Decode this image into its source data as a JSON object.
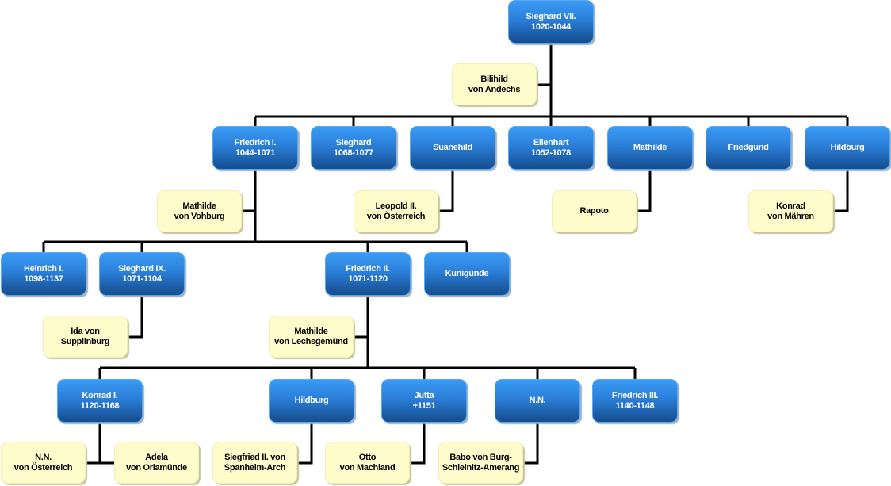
{
  "persons": {
    "sieghard7": {
      "name": "Sieghard VII.",
      "dates": "1020-1044"
    },
    "bilihild": {
      "name": "Bilihild",
      "line2": "von Andechs"
    },
    "friedrich1": {
      "name": "Friedrich I.",
      "dates": "1044-1071"
    },
    "sieghard": {
      "name": "Sieghard",
      "dates": "1068-1077"
    },
    "suanehild": {
      "name": "Suanehild"
    },
    "ellenhart": {
      "name": "Ellenhart",
      "dates": "1052-1078"
    },
    "mathilde": {
      "name": "Mathilde"
    },
    "friedgund": {
      "name": "Friedgund"
    },
    "hildburg1": {
      "name": "Hildburg"
    },
    "mathilde_vohburg": {
      "name": "Mathilde",
      "line2": "von Vohburg"
    },
    "leopold2": {
      "name": "Leopold II.",
      "line2": "von Österreich"
    },
    "rapoto": {
      "name": "Rapoto"
    },
    "konrad_maehren": {
      "name": "Konrad",
      "line2": "von Mähren"
    },
    "heinrich1": {
      "name": "Heinrich I.",
      "dates": "1098-1137"
    },
    "sieghard9": {
      "name": "Sieghard IX.",
      "dates": "1071-1104"
    },
    "friedrich2": {
      "name": "Friedrich II.",
      "dates": "1071-1120"
    },
    "kunigunde": {
      "name": "Kunigunde"
    },
    "ida": {
      "name": "Ida von",
      "line2": "Supplinburg"
    },
    "mathilde_lechsgemuend": {
      "name": "Mathilde",
      "line2": "von Lechsgemünd"
    },
    "konrad1": {
      "name": "Konrad I.",
      "dates": "1120-1168"
    },
    "hildburg2": {
      "name": "Hildburg"
    },
    "jutta": {
      "name": "Jutta",
      "dates": "+1151"
    },
    "nn": {
      "name": "N.N."
    },
    "friedrich3": {
      "name": "Friedrich III.",
      "dates": "1140-1148"
    },
    "nn_oesterreich": {
      "name": "N.N.",
      "line2": "von Österreich"
    },
    "adela": {
      "name": "Adela",
      "line2": "von Orlamünde"
    },
    "siegfried2": {
      "name": "Siegfried II. von",
      "line2": "Spanheim-Arch"
    },
    "otto": {
      "name": "Otto",
      "line2": "von Machland"
    },
    "babo": {
      "name": "Babo von Burg-",
      "line2": "Schleinitz-Amerang"
    }
  },
  "colors": {
    "person_box": "#2b7fd8",
    "spouse_box": "#fffccb",
    "connector": "#000000"
  }
}
